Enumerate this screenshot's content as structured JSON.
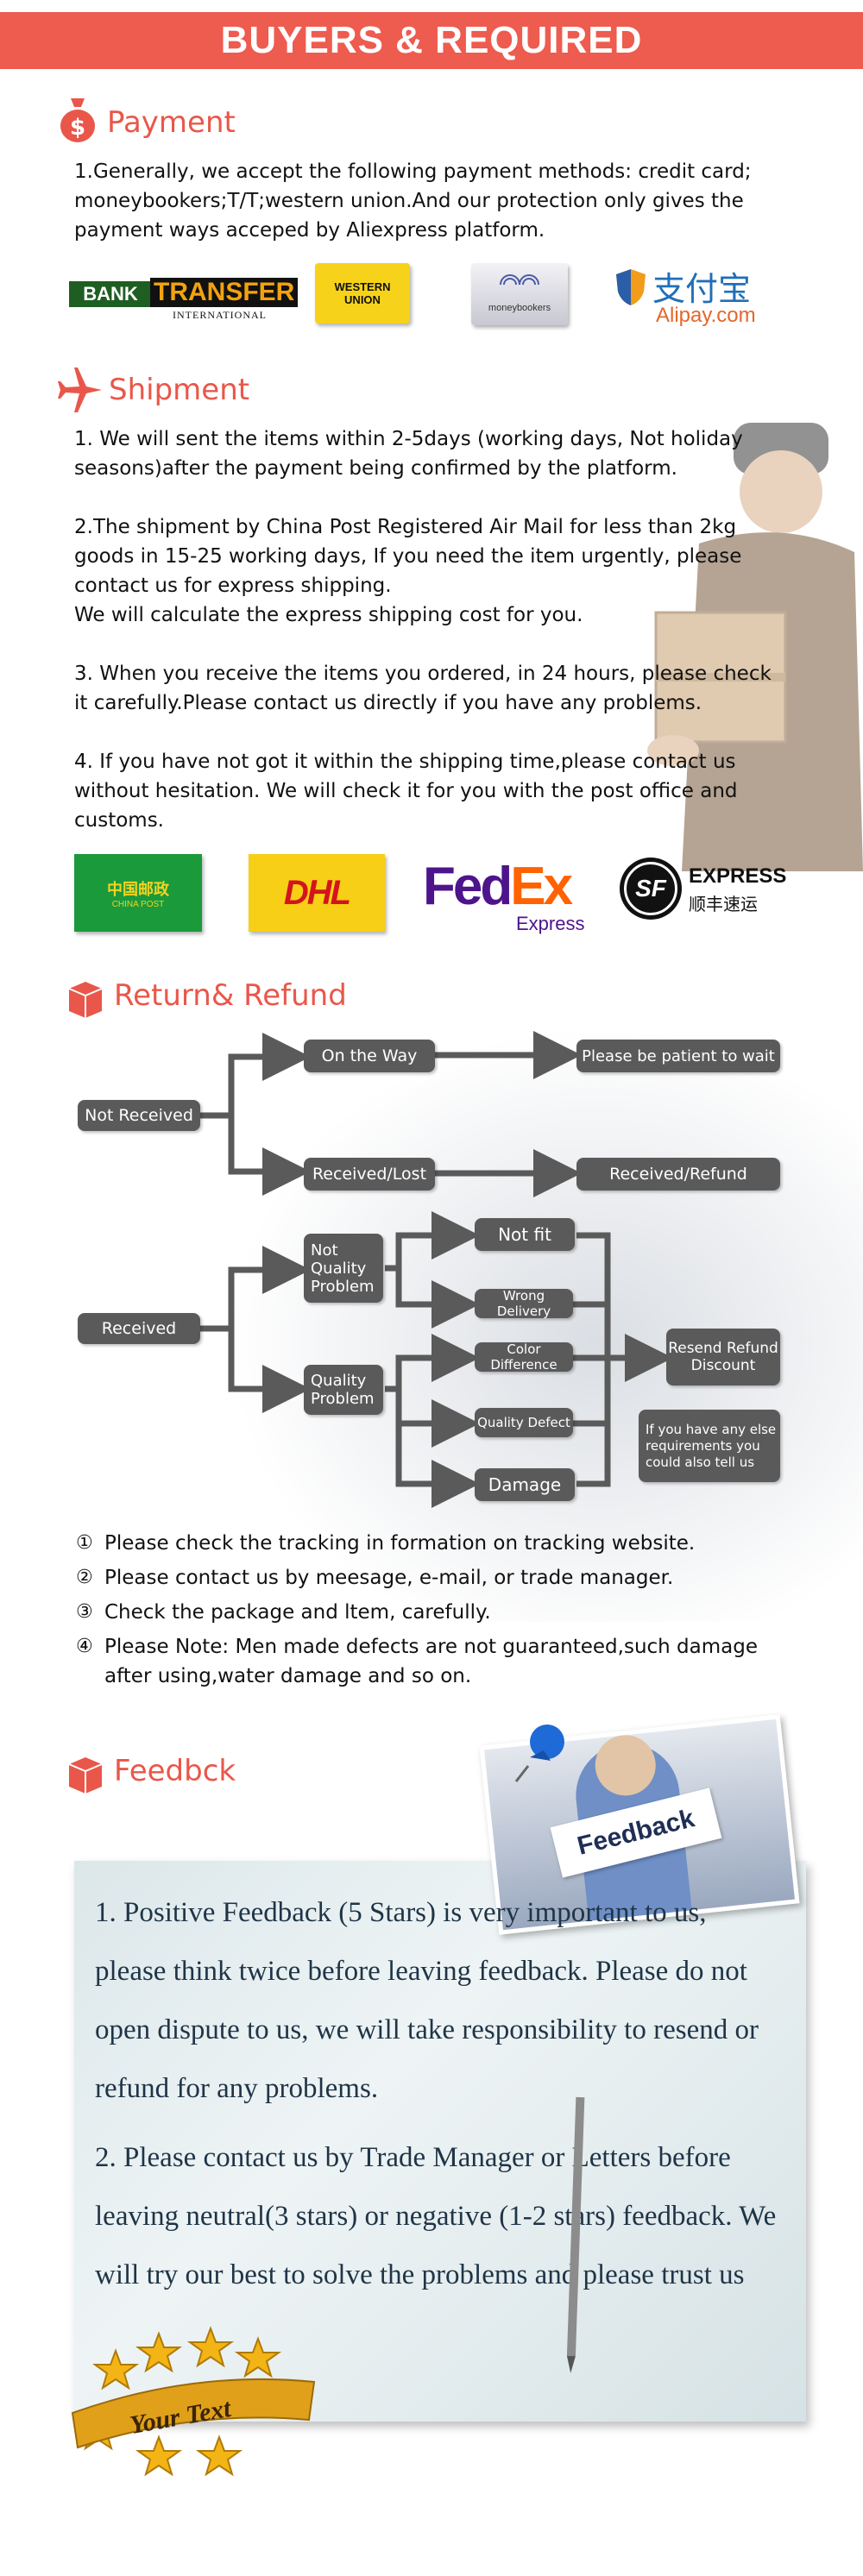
{
  "banner": {
    "title": "BUYERS & REQUIRED"
  },
  "payment": {
    "title": "Payment",
    "text": "1.Generally, we accept the following payment methods: credit card; moneybookers;T/T;western union.And our protection only gives the payment ways acceped by Aliexpress platform.",
    "logos": {
      "bank_a": "BANK",
      "bank_b": "TRANSFER",
      "bank_c": "INTERNATIONAL",
      "wu_a": "WESTERN",
      "wu_b": "UNION",
      "mb": "moneybookers",
      "alipay_cn": "支付宝",
      "alipay_en": "Alipay.com"
    }
  },
  "shipment": {
    "title": "Shipment",
    "p1": "1. We will sent the items within 2-5days (working days, Not holiday seasons)after the payment being confirmed by the platform.",
    "p2": "2.The shipment by China Post Registered Air Mail for less than  2kg goods in 15-25 working days, If  you need the item urgently, please contact us for express shipping.",
    "p2b": "We will calculate the express shipping cost for you.",
    "p3": "3. When you receive the items you ordered, in 24 hours, please check  it carefully.Please contact us directly if you have any problems.",
    "p4": "4. If you have not got it within the shipping time,please contact us without hesitation. We will check it for you with the post office and customs.",
    "logos": {
      "cp_cn": "中国邮政",
      "cp_en": "CHINA POST",
      "dhl": "DHL",
      "fedex_fed": "Fed",
      "fedex_ex": "Ex",
      "fedex_express": "Express",
      "sf": "SF",
      "sf_express": "EXPRESS",
      "sf_cn": "顺丰速运"
    }
  },
  "refund": {
    "title": "Return& Refund",
    "nodes": {
      "not_received": "Not Received",
      "on_the_way": "On the Way",
      "be_patient": "Please be patient to wait",
      "received_lost": "Received/Lost",
      "received_refund": "Received/Refund",
      "received": "Received",
      "not_quality": "Not Quality Problem",
      "quality": "Quality Problem",
      "not_fit": "Not fit",
      "wrong_delivery": "Wrong Delivery",
      "color_difference": "Color Difference",
      "quality_defect": "Quality Defect",
      "damage": "Damage",
      "resend": "Resend Refund Discount",
      "else_req": "If you have any else requirements you could also tell us"
    },
    "notes": [
      {
        "num": "①",
        "text": "Please check the tracking in formation on tracking website."
      },
      {
        "num": "②",
        "text": "Please contact us by meesage, e-mail, or trade manager."
      },
      {
        "num": "③",
        "text": "Check the package and ltem, carefully."
      },
      {
        "num": "④",
        "text": "Please Note: Men made defects  are not guaranteed,such damage after using,water damage and so on."
      }
    ]
  },
  "feedback": {
    "title": "Feedbck",
    "card": "Feedback",
    "p1": "1. Positive Feedback (5 Stars) is very important to us, please think twice before leaving feedback. Please do not open dispute to us,   we will take responsibility to resend or refund for any problems.",
    "p2": "2. Please contact us by Trade Manager or Letters before leaving neutral(3 stars) or negative (1-2 stars) feedback. We will try our best to solve the problems and please trust us",
    "badge": "Your Text"
  },
  "colors": {
    "accent": "#ee5b4f",
    "node": "#5a5a5a",
    "fb_text": "#1f3447"
  }
}
